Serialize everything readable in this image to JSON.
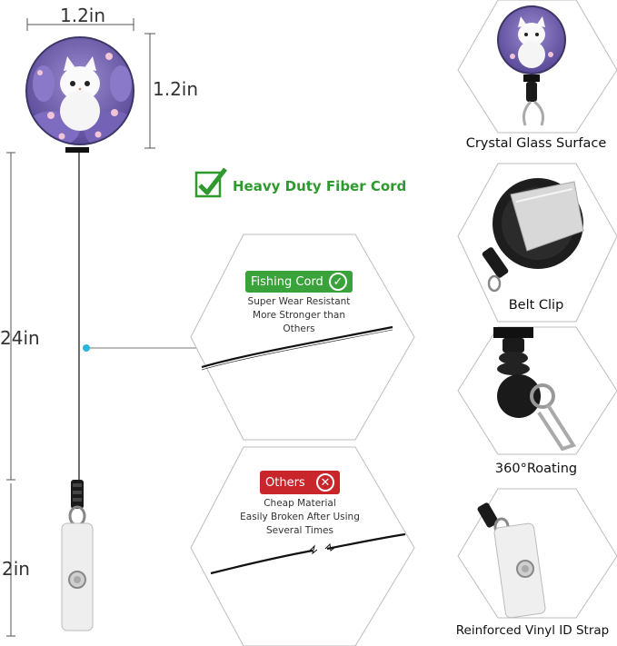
{
  "dimensions": {
    "width_label": "1.2in",
    "height_label": "1.2in",
    "cord_length_label": "24in",
    "clip_length_label": "2in"
  },
  "highlight": {
    "title": "Heavy Duty Fiber Cord",
    "color": "#2e9a2e"
  },
  "comparison": {
    "good": {
      "badge": "Fishing Cord",
      "color": "#3aa23a",
      "lines": [
        "Super Wear Resistant",
        "More Stronger than Others"
      ]
    },
    "bad": {
      "badge": "Others",
      "color": "#c8262a",
      "lines": [
        "Cheap Material",
        "Easily Broken After Using",
        "Several Times"
      ]
    }
  },
  "features": [
    {
      "caption": "Crystal Glass Surface",
      "icon": "badge-front-icon"
    },
    {
      "caption": "Belt Clip",
      "icon": "belt-clip-icon"
    },
    {
      "caption": "360°Roating",
      "icon": "swivel-icon"
    },
    {
      "caption": "Reinforced Vinyl ID Strap",
      "icon": "vinyl-strap-icon"
    }
  ],
  "colors": {
    "badge_purple": "#6b5aa8",
    "accent_dot": "#29b6d8",
    "hex_outline": "#bdbdbd"
  }
}
